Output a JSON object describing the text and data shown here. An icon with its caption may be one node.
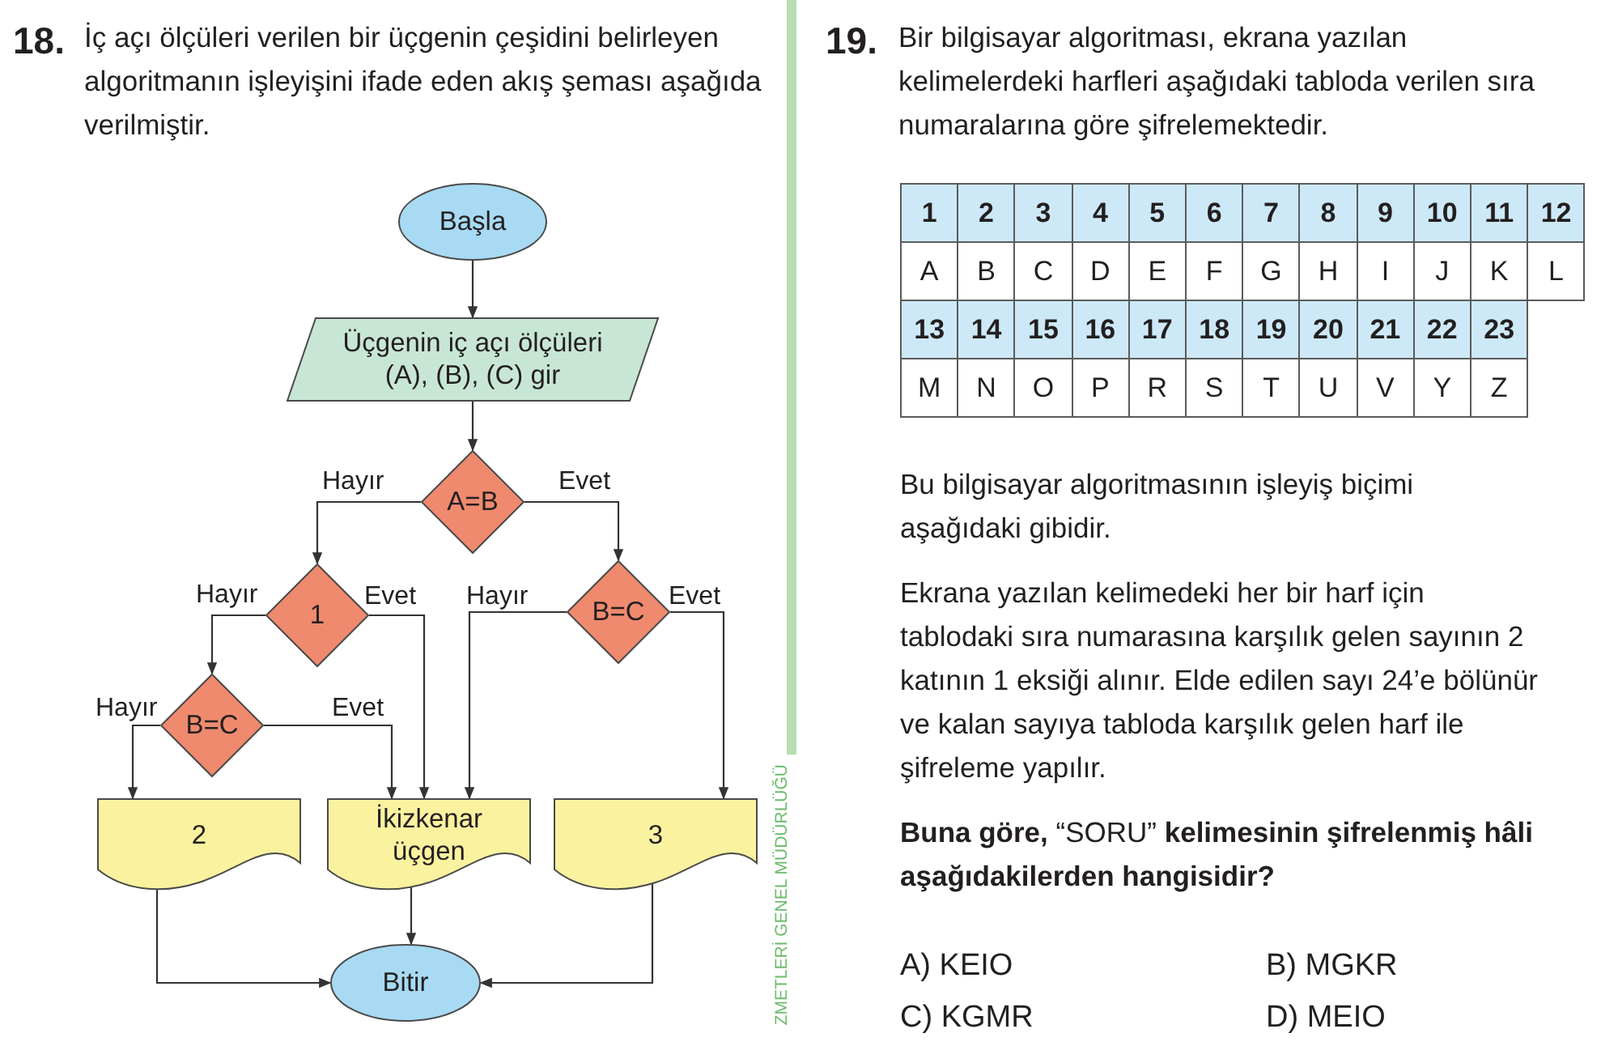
{
  "diagram": {
    "nodes": [
      {
        "text": [
          "Başla"
        ]
      },
      {
        "text": [
          "Üçgenin iç açı ölçüleri (A), (B), (C) gir"
        ]
      },
      {
        "text": [
          "A=B"
        ]
      },
      {
        "text": [
          "1"
        ]
      },
      {
        "text": [
          "B=C"
        ]
      },
      {
        "text": [
          "B=C"
        ]
      },
      {
        "text": [
          "2"
        ]
      },
      {
        "text": [
          "İkizkenar üçgen"
        ]
      },
      {
        "text": [
          "3"
        ]
      },
      {
        "text": [
          "Bitir"
        ]
      }
    ],
    "edges": [
      {
        "from": 0,
        "to": 1,
        "arrow": "to"
      },
      {
        "from": 1,
        "to": 2,
        "arrow": "to"
      },
      {
        "from": 2,
        "to": 3,
        "arrow": "to",
        "label": "Hayır"
      },
      {
        "from": 2,
        "to": 4,
        "arrow": "to",
        "label": "Evet"
      },
      {
        "from": 3,
        "to": 5,
        "arrow": "to",
        "label": "Hayır"
      },
      {
        "from": 3,
        "to": 7,
        "arrow": "to",
        "label": "Evet"
      },
      {
        "from": 4,
        "to": 7,
        "arrow": "to",
        "label": "Hayır"
      },
      {
        "from": 4,
        "to": 8,
        "arrow": "to",
        "label": "Evet"
      },
      {
        "from": 5,
        "to": 6,
        "arrow": "to",
        "label": "Hayır"
      },
      {
        "from": 5,
        "to": 7,
        "arrow": "to",
        "label": "Evet"
      },
      {
        "from": 6,
        "to": 9,
        "arrow": "to"
      },
      {
        "from": 7,
        "to": 9,
        "arrow": "to"
      },
      {
        "from": 8,
        "to": 9,
        "arrow": "to"
      }
    ],
    "labels": [
      "18.",
      "İç açı ölçüleri verilen bir üçgenin çeşidini belirleyen algoritmanın işleyişini ifade eden akış şeması aşağıda verilmiştir.",
      "19.",
      "Bir bilgisayar algoritması, ekrana yazılan kelimelerdeki harfleri aşağıdaki tabloda verilen sıra numaralarına göre şifrelemektedir.",
      "1",
      "2",
      "3",
      "4",
      "5",
      "6",
      "7",
      "8",
      "9",
      "10",
      "11",
      "12",
      "A",
      "B",
      "C",
      "D",
      "E",
      "F",
      "G",
      "H",
      "I",
      "J",
      "K",
      "L",
      "13",
      "14",
      "15",
      "16",
      "17",
      "18",
      "19",
      "20",
      "21",
      "22",
      "23",
      "M",
      "N",
      "O",
      "P",
      "R",
      "S",
      "T",
      "U",
      "V",
      "Y",
      "Z",
      "Bu bilgisayar algoritmasının işleyiş biçimi aşağıdaki gibidir.",
      "Ekrana yazılan kelimedeki her bir harf için tablodaki sıra numarasına karşılık gelen sayının 2 katının 1 eksiği alınır. Elde edilen sayı 24’e bölünür ve kalan sayıya tabloda karşılık gelen harf ile şifreleme yapılır.",
      "**Buna göre,** “SORU” **kelimesinin şifrelenmiş hâli aşağıdakilerden hangisidir?**",
      "A) KEIO",
      "B) MGKR",
      "C) KGMR",
      "D) MEIO",
      "ZMETLERİ GENEL MÜDÜRLÜĞÜ"
    ]
  }
}
